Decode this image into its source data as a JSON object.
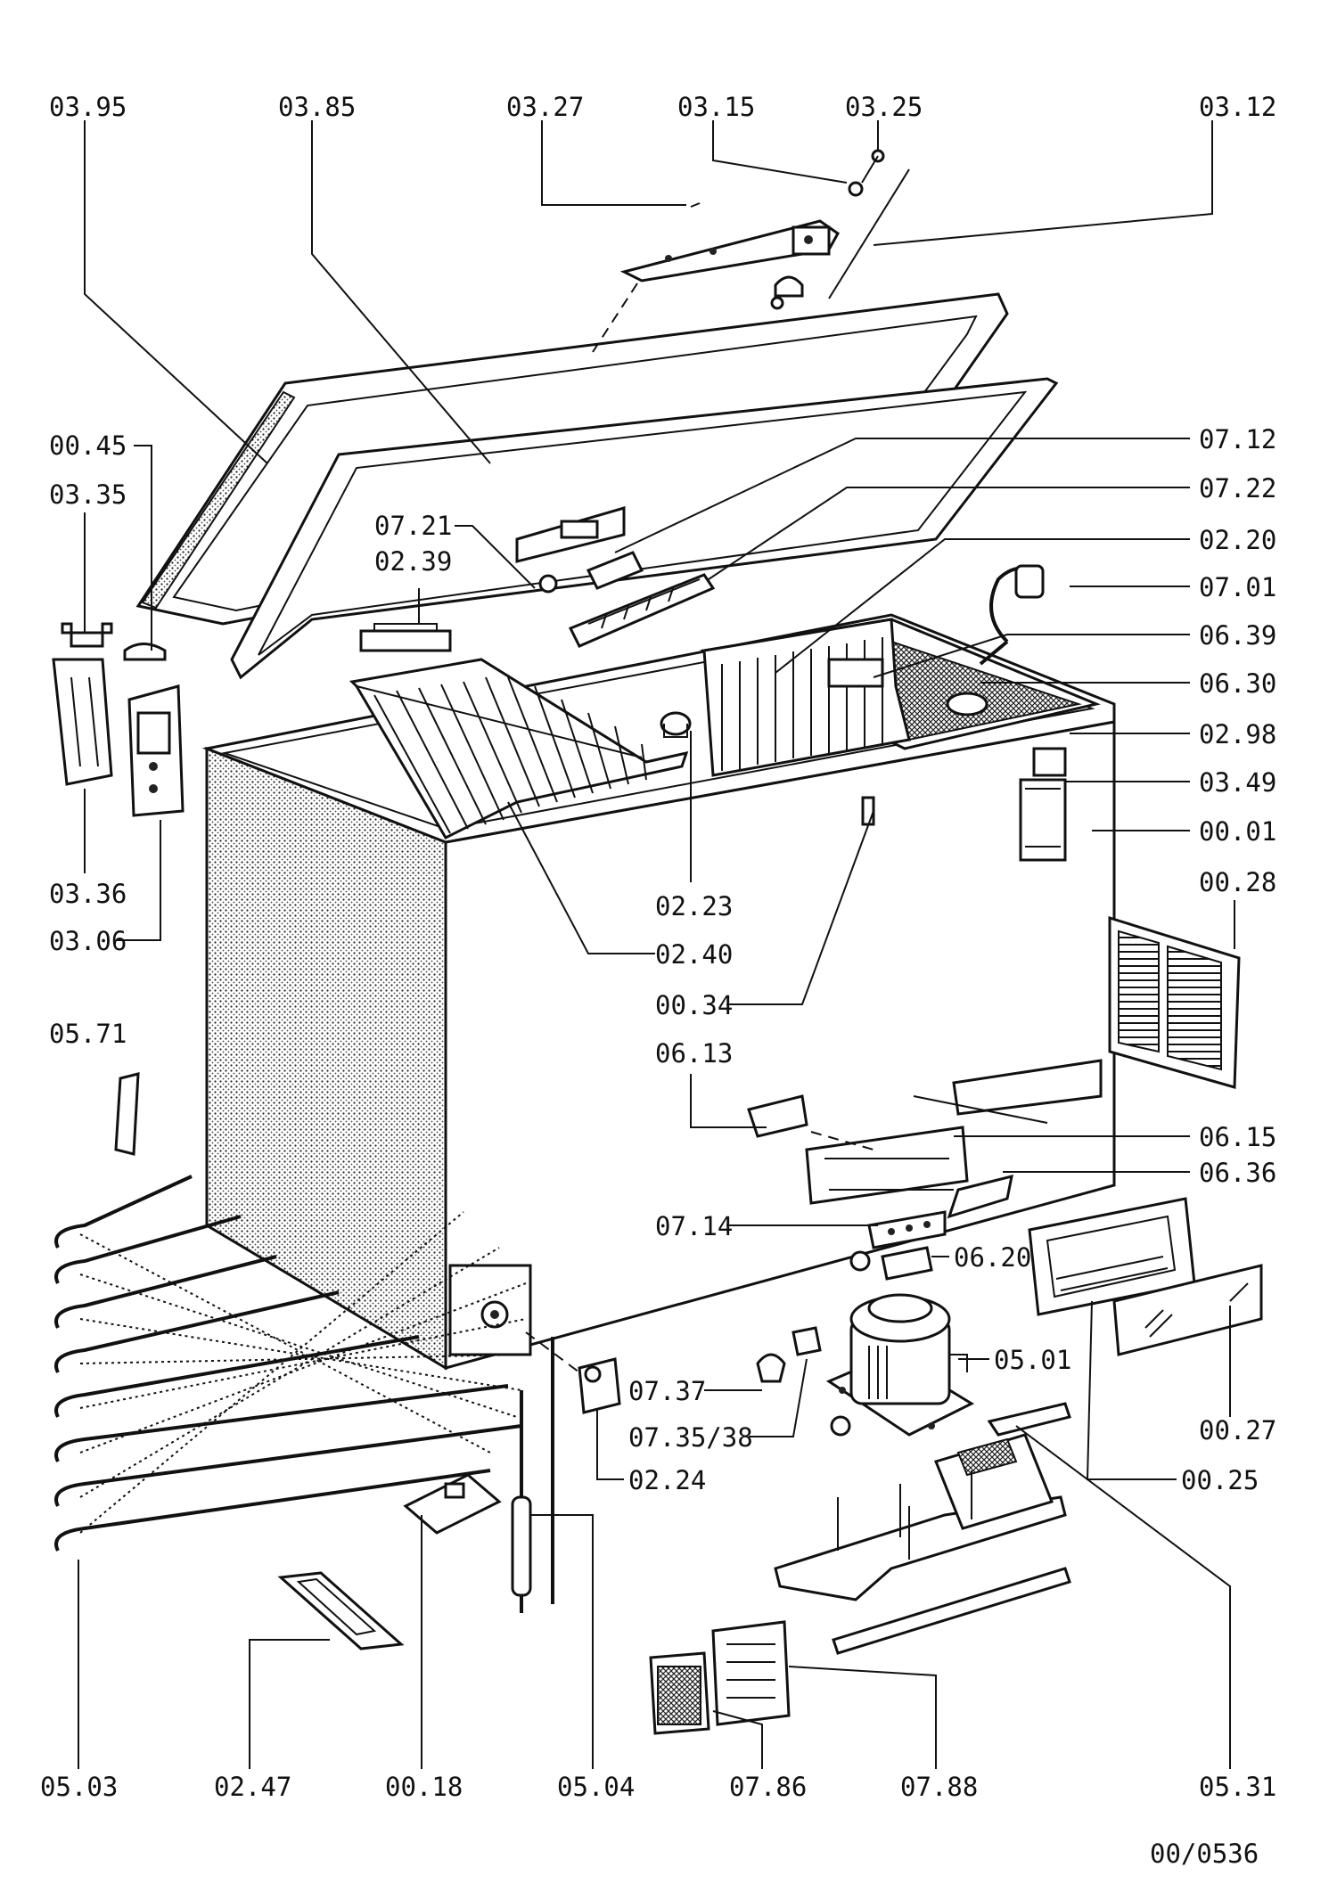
{
  "labels": {
    "l_0395": "03.95",
    "l_0385": "03.85",
    "l_0327": "03.27",
    "l_0315": "03.15",
    "l_0325": "03.25",
    "l_0312": "03.12",
    "l_0045": "00.45",
    "l_0335": "03.35",
    "l_0336": "03.36",
    "l_0306": "03.06",
    "l_0712": "07.12",
    "l_0722": "07.22",
    "l_0220": "02.20",
    "l_0701": "07.01",
    "l_0639": "06.39",
    "l_0630": "06.30",
    "l_0298": "02.98",
    "l_0349": "03.49",
    "l_0001": "00.01",
    "l_0028": "00.28",
    "l_0721": "07.21",
    "l_0239": "02.39",
    "l_0223": "02.23",
    "l_0240": "02.40",
    "l_0034": "00.34",
    "l_0571": "05.71",
    "l_0613": "06.13",
    "l_0615": "06.15",
    "l_0636": "06.36",
    "l_0714": "07.14",
    "l_0620": "06.20",
    "l_0501": "05.01",
    "l_0737": "07.37",
    "l_073538": "07.35/38",
    "l_0224": "02.24",
    "l_0027": "00.27",
    "l_0025": "00.25",
    "l_0503": "05.03",
    "l_0247": "02.47",
    "l_0018": "00.18",
    "l_0504": "05.04",
    "l_0786": "07.86",
    "l_0788": "07.88",
    "l_0531": "05.31"
  },
  "drawing_number": "00/0536"
}
